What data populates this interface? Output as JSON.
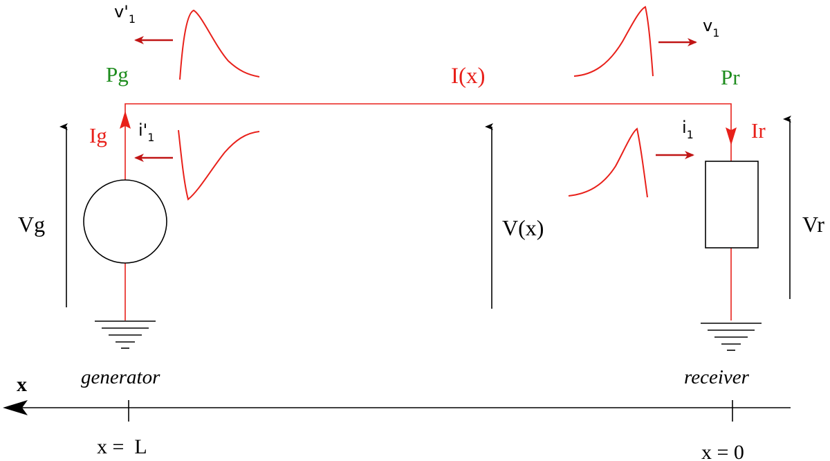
{
  "labels": {
    "pg": "Pg",
    "pr": "Pr",
    "ix": "I(x)",
    "ig": "Ig",
    "ir": "Ir",
    "vg": "Vg",
    "vx": "V(x)",
    "vr": "Vr",
    "v1_prime": "v'",
    "v1_prime_sub": "1",
    "v1": "v",
    "v1_sub": "1",
    "i1_prime": "i'",
    "i1_prime_sub": "1",
    "i1": "i",
    "i1_sub": "1",
    "x_axis": "x",
    "generator": "generator",
    "receiver": "receiver",
    "x_eq_L": "x =  L",
    "x_eq_0": "x = 0"
  },
  "colors": {
    "wire": "#e8201a",
    "wave_arrow": "#c01414",
    "power_label": "#1e8c1e",
    "voltage_arrow": "#000000"
  }
}
